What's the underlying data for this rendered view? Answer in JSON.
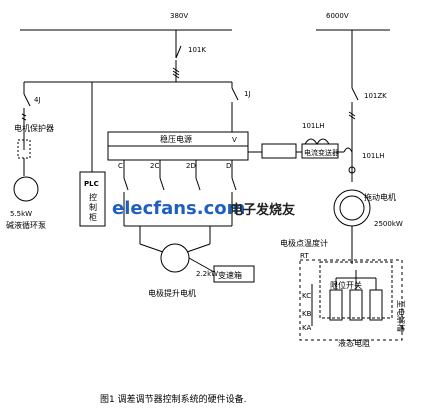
{
  "labels": {
    "voltage_380v": "380V",
    "voltage_6000v": "6000V",
    "breaker_101k": "101K",
    "breaker_101zk": "101ZK",
    "switch_4j": "4J",
    "switch_1j": "1J",
    "motor_protector": "电机保护器",
    "stabilized_power": "稳压电源",
    "terminal_v": "V",
    "terminal_c": "C",
    "terminal_2c": "2C",
    "terminal_2d": "2D",
    "terminal_d": "D",
    "plc_title": "PLC",
    "plc_sub1": "控",
    "plc_sub2": "制",
    "plc_sub3": "柜",
    "current_transmitter": "电流变送器",
    "ct_101lh_top": "101LH",
    "ct_101lh_right": "101LH",
    "pump_power": "5.5kW",
    "pump_name": "碱液循环泵",
    "motor_power": "2.2kW",
    "lift_motor": "电极提升电机",
    "gearbox": "变速箱",
    "drag_motor": "拖动电机",
    "drag_power": "2500kW",
    "thermal_resistor": "电极点温度计",
    "rt": "RT",
    "limit_switch": "限位开关",
    "kc": "KC",
    "kb": "KB",
    "ka": "KA",
    "liquid_resistor": "液态电阻",
    "side_label": "至电解槽",
    "watermark_site": "elecfans.com",
    "watermark_cn": "电子发烧友",
    "caption": "图1  调差调节器控制系统的硬件设备."
  },
  "colors": {
    "line": "#000000",
    "watermark_blue": "#1f5fbf",
    "watermark_dark": "#222222"
  }
}
